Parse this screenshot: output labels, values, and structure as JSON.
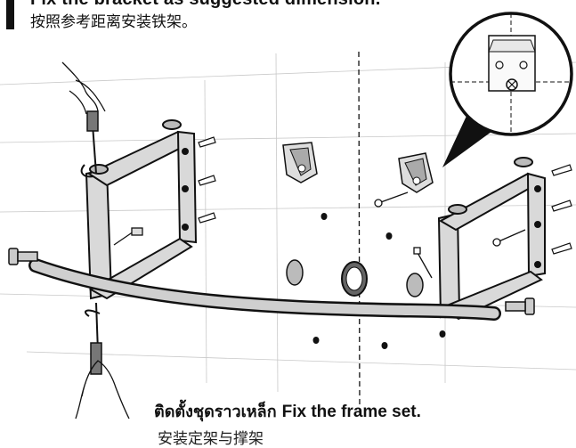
{
  "header": {
    "instruction_en": "Fix the bracket as suggested dimension.",
    "instruction_zh": "按照参考距离安装铁架。"
  },
  "caption": {
    "thai": "ติดตั้งชุดราวเหล็ก",
    "en": "Fix the frame set.",
    "zh": "安装定架与撑架"
  },
  "icons": [
    "screwdriver-icon",
    "screw-icon",
    "wall-plug-icon",
    "bracket-frame-icon",
    "towel-bar-icon",
    "magnifier-callout-icon",
    "hand-icon"
  ]
}
